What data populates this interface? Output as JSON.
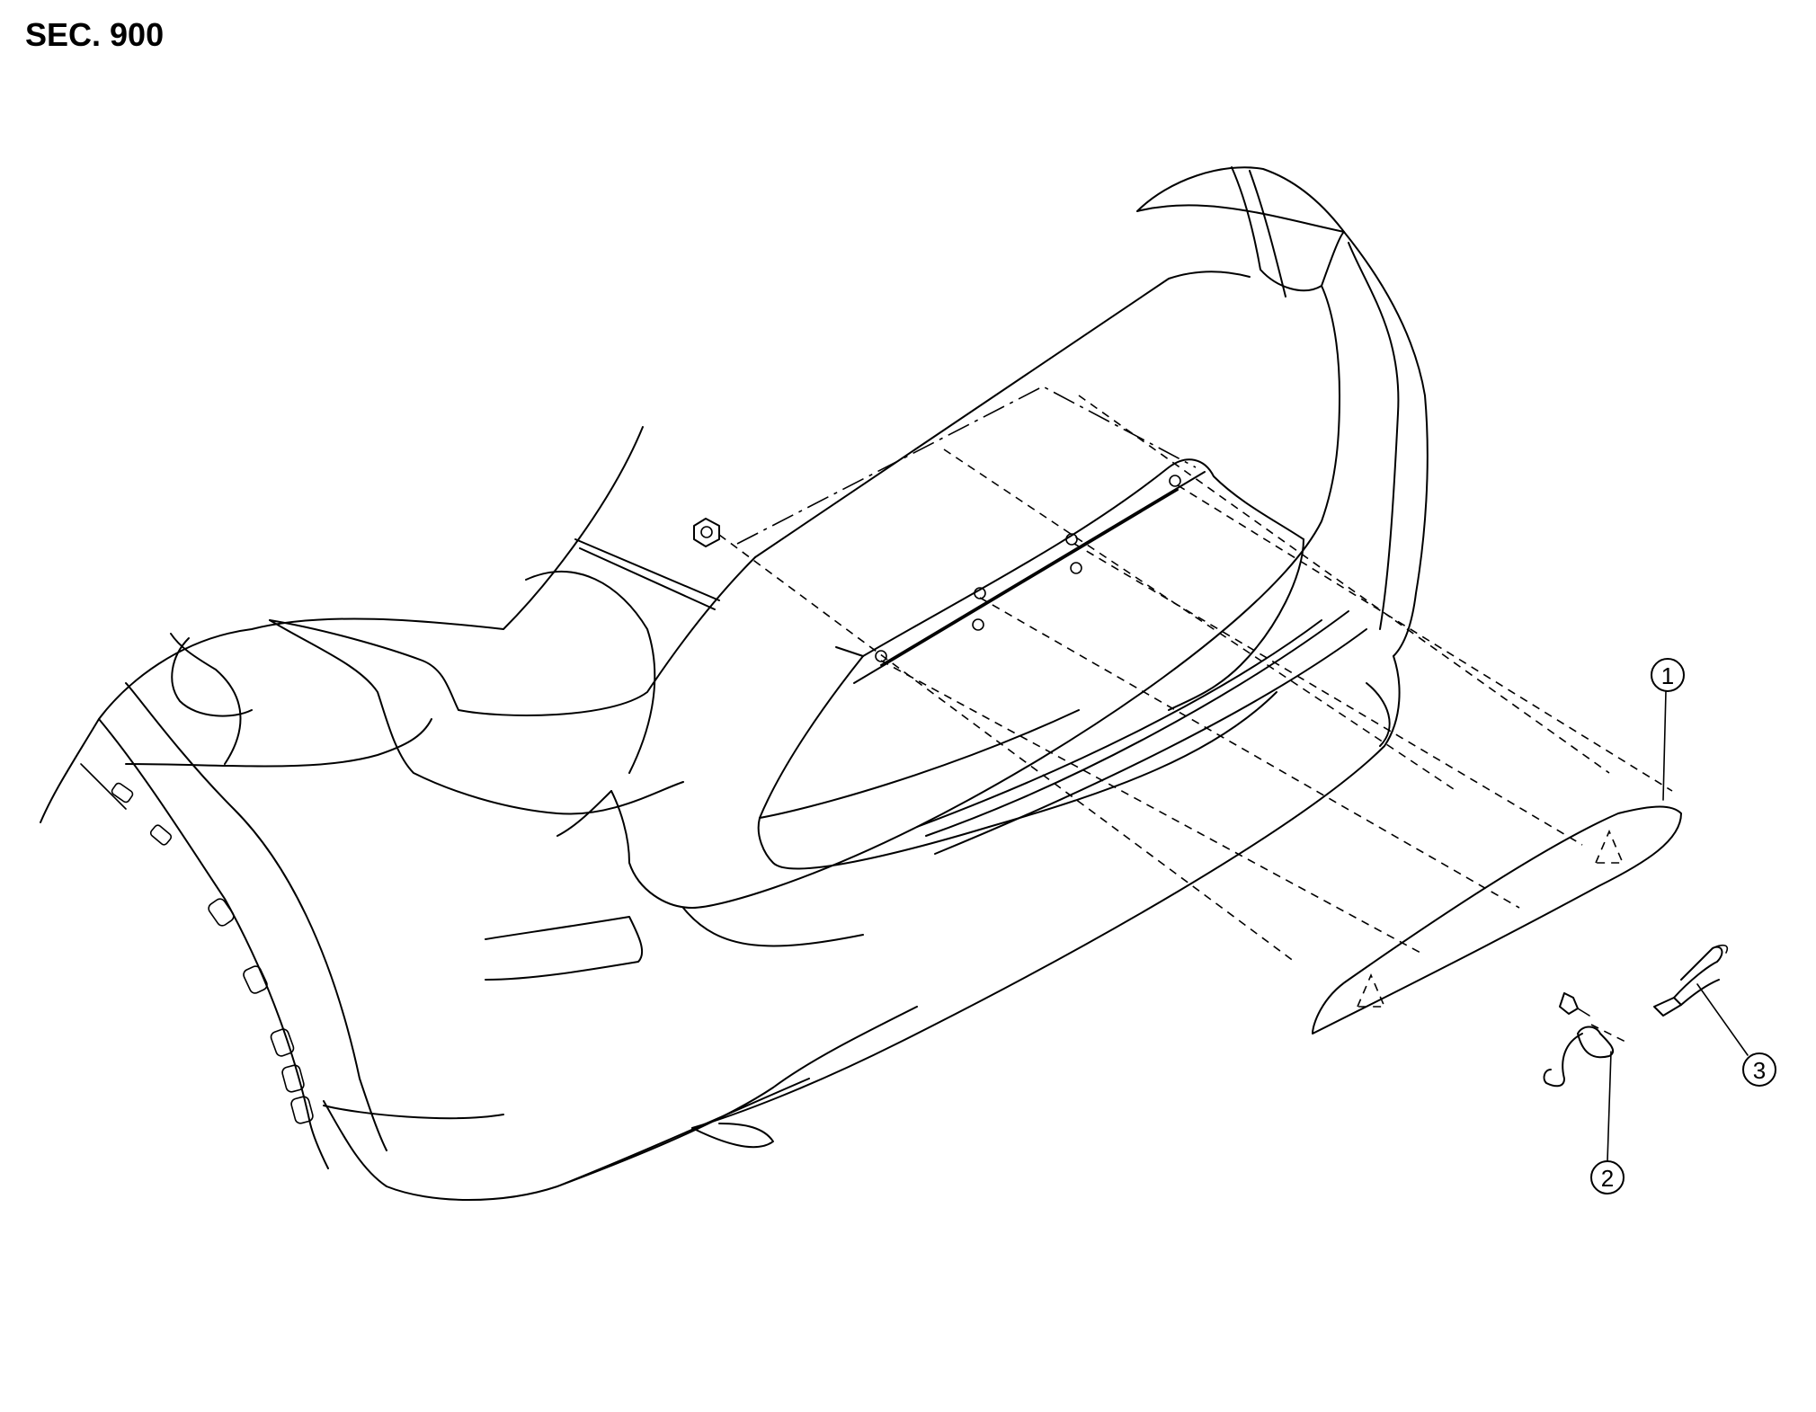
{
  "section_label": "SEC. 900",
  "callouts": [
    {
      "id": "1",
      "label": "1"
    },
    {
      "id": "2",
      "label": "2"
    },
    {
      "id": "3",
      "label": "3"
    }
  ]
}
